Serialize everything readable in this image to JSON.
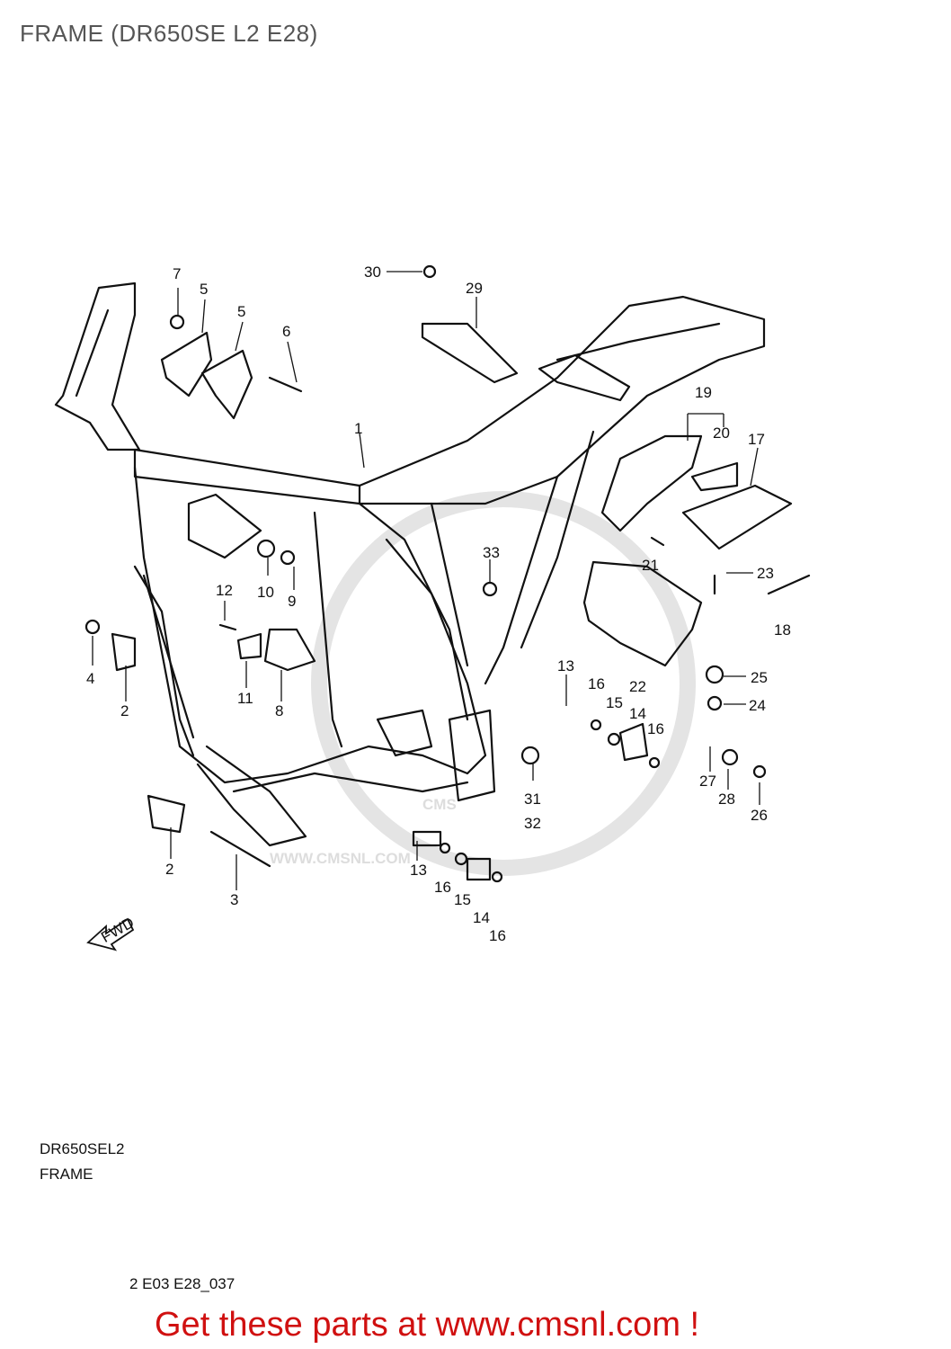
{
  "title": "FRAME (DR650SE L2 E28)",
  "model_label": "DR650SEL2",
  "section_label": "FRAME",
  "diagram_code": "2 E03 E28_037",
  "call_to_action": "Get these parts at www.cmsnl.com !",
  "watermark": {
    "brand": "CMS",
    "url": "WWW.CMSNL.COM"
  },
  "fwd_label": "FWD",
  "callouts": [
    "1",
    "2",
    "2",
    "3",
    "4",
    "5",
    "5",
    "6",
    "7",
    "8",
    "9",
    "10",
    "11",
    "12",
    "13",
    "13",
    "14",
    "14",
    "15",
    "15",
    "16",
    "16",
    "16",
    "16",
    "17",
    "18",
    "19",
    "20",
    "21",
    "22",
    "23",
    "24",
    "25",
    "26",
    "27",
    "28",
    "29",
    "30",
    "31",
    "32",
    "33"
  ],
  "colors": {
    "line": "#111111",
    "cta": "#d01010",
    "title": "#555555",
    "watermark": "#dddddd"
  }
}
